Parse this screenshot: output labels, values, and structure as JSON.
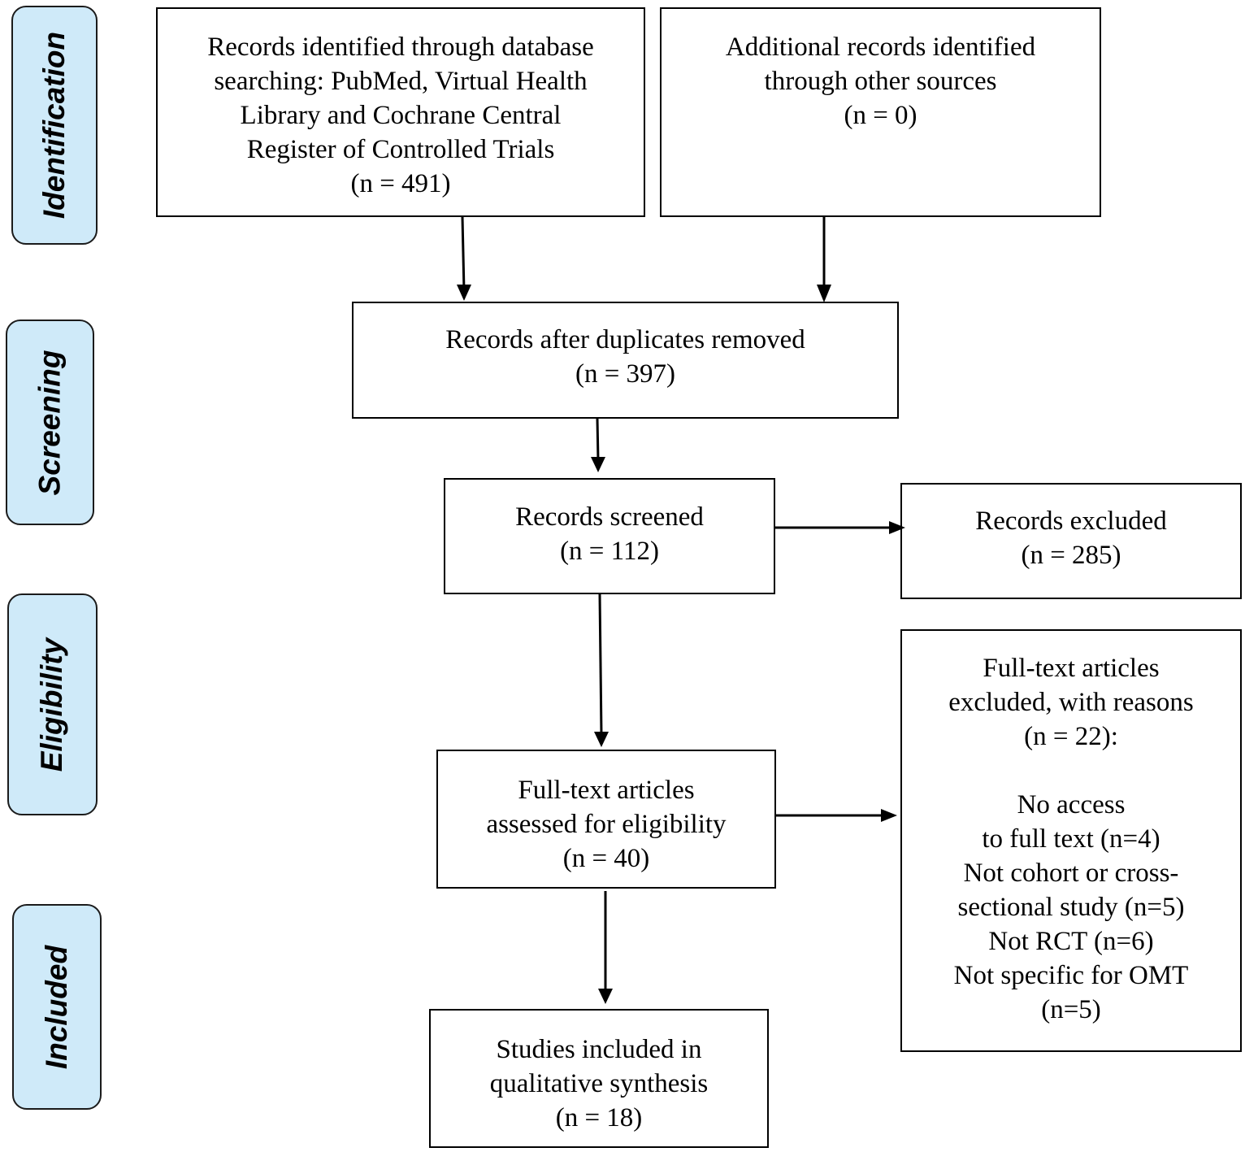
{
  "stages": {
    "identification": "Identification",
    "screening": "Screening",
    "eligibility": "Eligibility",
    "included": "Included"
  },
  "boxes": {
    "database_records": {
      "lines": [
        "Records identified through database",
        "searching: PubMed, Virtual Health",
        "Library and Cochrane Central",
        "Register of Controlled Trials",
        "(n = 491)"
      ]
    },
    "additional_records": {
      "lines": [
        "Additional records identified",
        "through other sources",
        "(n = 0)"
      ]
    },
    "duplicates_removed": {
      "lines": [
        "Records after duplicates removed",
        "(n = 397)"
      ]
    },
    "records_screened": {
      "lines": [
        "Records screened",
        "(n = 112)"
      ]
    },
    "records_excluded": {
      "lines": [
        "Records excluded",
        "(n = 285)"
      ]
    },
    "fulltext_assessed": {
      "lines": [
        "Full-text articles",
        "assessed for eligibility",
        "(n = 40)"
      ]
    },
    "fulltext_excluded": {
      "lines": [
        "Full-text articles",
        "excluded, with reasons",
        "(n = 22):",
        "",
        "No access",
        "to full text (n=4)",
        "Not cohort or cross-",
        "sectional study (n=5)",
        "Not RCT (n=6)",
        "Not specific for OMT",
        "(n=5)"
      ]
    },
    "studies_included": {
      "lines": [
        "Studies included in",
        "qualitative synthesis",
        "(n = 18)"
      ]
    }
  },
  "colors": {
    "stage_fill": "#cfeaf9",
    "line": "#000000"
  }
}
